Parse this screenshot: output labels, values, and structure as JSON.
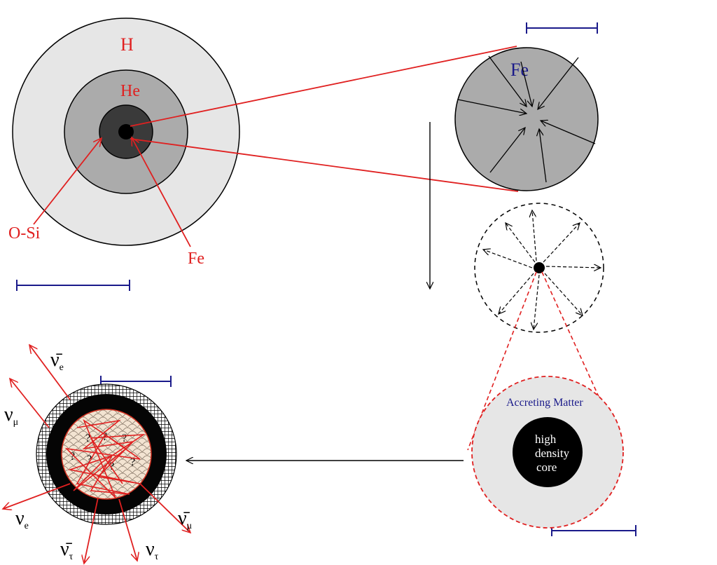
{
  "star_layers": {
    "outer_label": "H",
    "middle_label": "He",
    "inner_label": "O-Si",
    "core_label": "Fe"
  },
  "iron_core": {
    "label": "Fe"
  },
  "accretion": {
    "label": "Accreting Matter",
    "core_line1": "high",
    "core_line2": "density",
    "core_line3": "core"
  },
  "neutrinos": {
    "anti_nu_e": "ν̄",
    "anti_nu_e_sub": "e",
    "nu_mu": "ν",
    "nu_mu_sub": "μ",
    "nu_e": "ν",
    "nu_e_sub": "e",
    "anti_nu_tau": "ν̄",
    "anti_nu_tau_sub": "τ",
    "nu_tau": "ν",
    "nu_tau_sub": "τ",
    "anti_nu_mu": "ν̄",
    "anti_nu_mu_sub": "μ",
    "question_mark": "?"
  },
  "colors": {
    "red": "#e02020",
    "blue": "#1a1a8a",
    "light_gray": "#e6e6e6",
    "mid_gray": "#ababab",
    "dark_gray": "#3a3a3a",
    "core_fill": "#f3e4d2"
  }
}
